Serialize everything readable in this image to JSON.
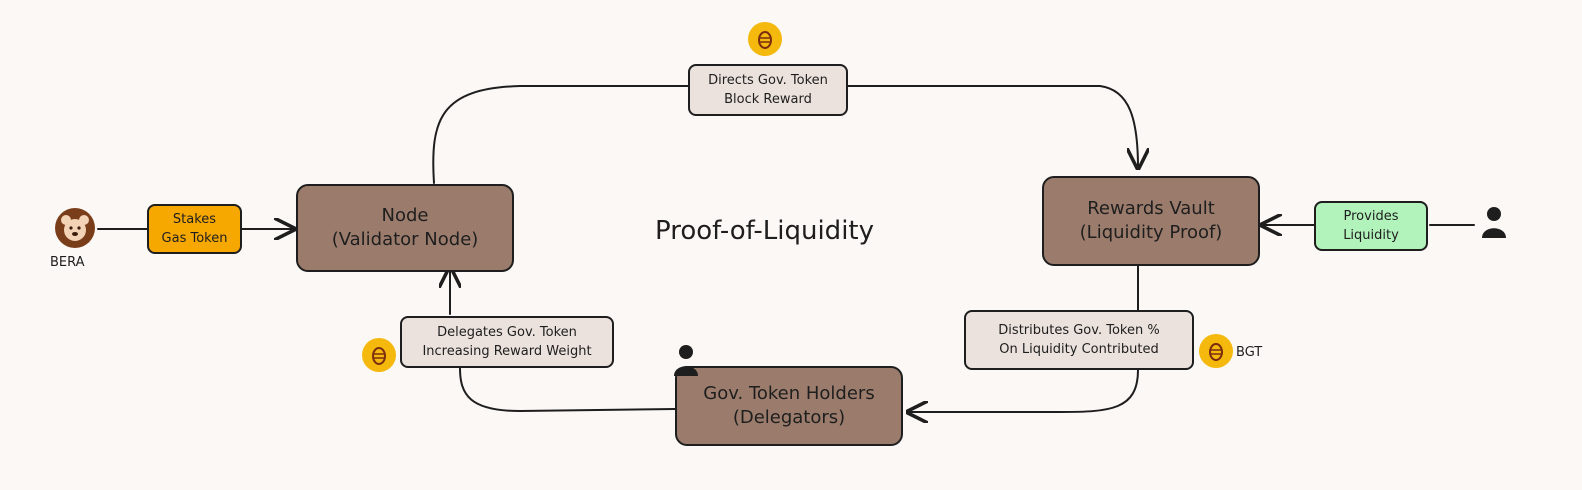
{
  "title": "Proof-of-Liquidity",
  "nodes": {
    "validator": {
      "line1": "Node",
      "line2": "(Validator Node)"
    },
    "vault": {
      "line1": "Rewards Vault",
      "line2": "(Liquidity Proof)"
    },
    "holders": {
      "line1": "Gov. Token Holders",
      "line2": "(Delegators)"
    }
  },
  "labels": {
    "stakes": {
      "line1": "Stakes",
      "line2": "Gas Token"
    },
    "directs": {
      "line1": "Directs Gov. Token",
      "line2": "Block Reward"
    },
    "provides": {
      "line1": "Provides",
      "line2": "Liquidity"
    },
    "distributes": {
      "line1": "Distributes Gov. Token %",
      "line2": "On Liquidity Contributed"
    },
    "delegates": {
      "line1": "Delegates Gov. Token",
      "line2": "Increasing Reward Weight"
    }
  },
  "captions": {
    "bera": "BERA",
    "bgt": "BGT"
  },
  "colors": {
    "node_fill": "#9b7c6c",
    "label_fill": "#ebe2dd",
    "stakes_fill": "#f6a800",
    "provides_fill": "#b2f2bb",
    "coin": "#f5b80c",
    "bear": "#7a3d1a",
    "background": "#fcf8f6"
  },
  "icons": [
    "bear-logo-icon",
    "bee-coin-icon",
    "user-icon"
  ]
}
